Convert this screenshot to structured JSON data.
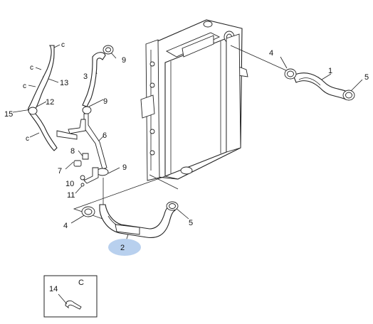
{
  "callouts": {
    "p1": "1",
    "p2": "2",
    "p3": "3",
    "p4a": "4",
    "p4b": "4",
    "p5a": "5",
    "p5b": "5",
    "p6": "6",
    "p7": "7",
    "p8": "8",
    "p9a": "9",
    "p9b": "9",
    "p9c": "9",
    "p10": "10",
    "p11": "11",
    "p12": "12",
    "p13": "13",
    "p14": "14",
    "p15": "15",
    "c1": "c",
    "c2": "c",
    "c3": "c",
    "c4": "c"
  },
  "inset": {
    "label": "C",
    "part": "14"
  },
  "colors": {
    "highlight_ellipse": "#b8d0ee",
    "line": "#222222"
  }
}
